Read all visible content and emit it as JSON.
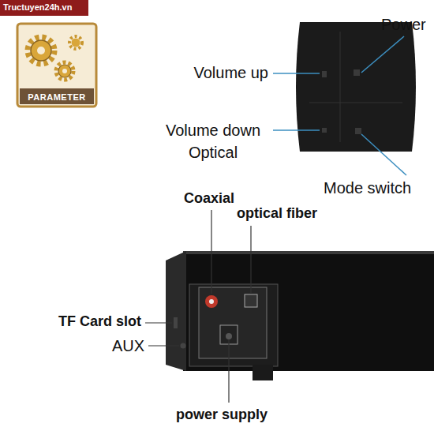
{
  "diagram": {
    "nodes": [
      {
        "text": [
          "PARAMETER"
        ]
      }
    ],
    "labels": [
      "Tructuyen24h.vn",
      "Volume up",
      "Power",
      "Volume down Optical",
      "Mode switch",
      "Coaxial",
      "optical fiber",
      "TF Card slot",
      "AUX",
      "power supply"
    ]
  }
}
